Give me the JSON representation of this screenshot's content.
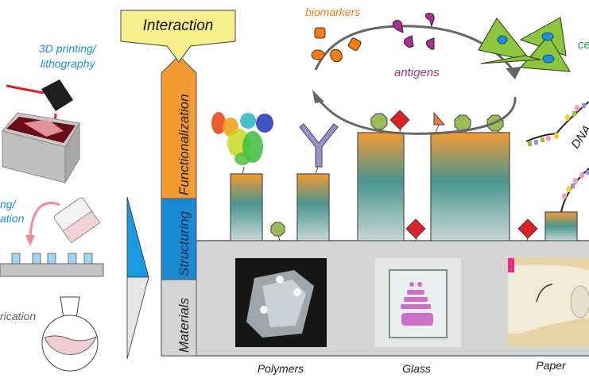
{
  "colors": {
    "fabrication_blue": "#1a8fd6",
    "fabrication_gray": "#6b6b6b",
    "interaction_fill": "#f8f08c",
    "functionalization_fill": "#f39a33",
    "structuring_fill": "#1b8ad3",
    "materials_fill": "#d4d4d4",
    "biomarker_orange": "#f07c1a",
    "antigen_purple": "#a2348f",
    "cell_green": "#1aa24a",
    "cell_body": "#8cc63f",
    "nucleus_blue": "#1e90d8",
    "teal_gradient_mid": "#4a9690",
    "octagon_green": "#9bbb55",
    "diamond_red": "#e01f26",
    "antibody_purple": "#9b8fcf",
    "cycle_arrow_gray": "#666666"
  },
  "fabrication_methods": {
    "printing": {
      "line1": "3D printing/",
      "line2": "lithography"
    },
    "casting": {
      "line1": "ng/",
      "line2": "ation"
    },
    "synthesis": {
      "label": "rication"
    }
  },
  "layers": {
    "interaction": "Interaction",
    "functionalization": "Functionalization",
    "structuring": "Structuring",
    "materials": "Materials"
  },
  "targets": {
    "biomarkers": "biomarkers",
    "antigens": "antigens",
    "cells": "ce",
    "dna": "DNA"
  },
  "materials": [
    {
      "label": "Polymers",
      "photo": "PDMS microfluidic chip"
    },
    {
      "label": "Glass",
      "photo": "glass chip with pink channels"
    },
    {
      "label": "Paper",
      "photo": "rolled paper device"
    }
  ],
  "probes": {
    "protein": "protein-structure",
    "antibody": "antibody",
    "aptamer": "octagon-ligand",
    "small_molecule": "diamond-ligand",
    "peptide": "triangle-ligand",
    "dna": "dna-strand"
  }
}
